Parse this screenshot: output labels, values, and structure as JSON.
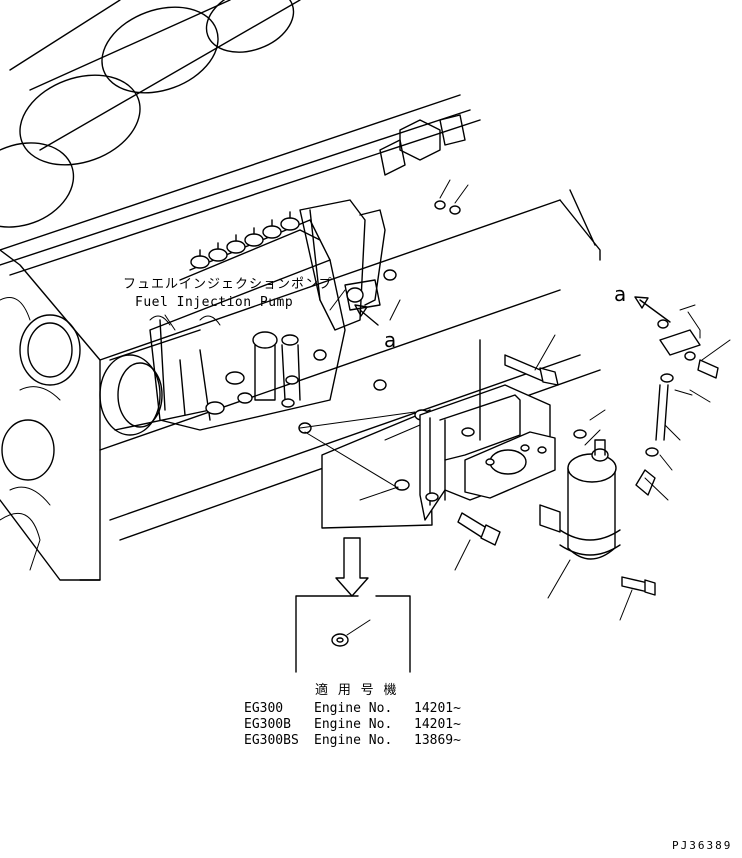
{
  "labels": {
    "pump_jp": "フュエルインジェクションポンプ",
    "pump_en": "Fuel Injection Pump",
    "callout_a_left": "a",
    "callout_a_right": "a",
    "applicable_title": "適 用 号 機",
    "drawing_id": "PJ36389"
  },
  "applicability": [
    {
      "model": "EG300",
      "engine_label": "Engine No.",
      "serial": "14201~"
    },
    {
      "model": "EG300B",
      "engine_label": "Engine No.",
      "serial": "14201~"
    },
    {
      "model": "EG300BS",
      "engine_label": "Engine No.",
      "serial": "13869~"
    }
  ]
}
